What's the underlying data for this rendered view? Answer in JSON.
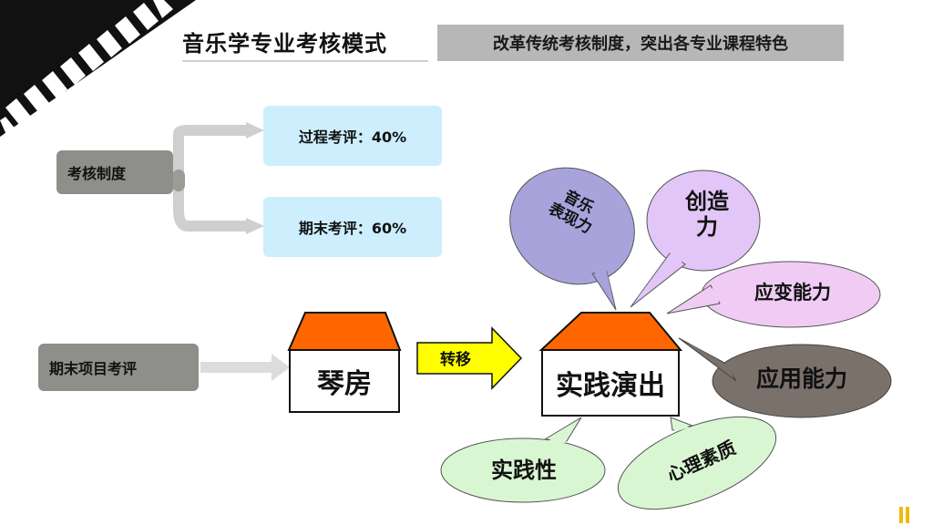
{
  "header": {
    "title": "音乐学专业考核模式",
    "subtitle": "改革传统考核制度，突出各专业课程特色"
  },
  "assessment": {
    "label": "考核制度",
    "process": "过程考评：40%",
    "final": "期末考评：60%"
  },
  "project": {
    "label": "期末项目考评"
  },
  "houses": {
    "piano_room": "琴房",
    "practice": "实践演出"
  },
  "transfer_label": "转移",
  "bubbles": {
    "expression_line1": "音乐",
    "expression_line2": "表现力",
    "creativity_line1": "创造",
    "creativity_line2": "力",
    "adaptability": "应变能力",
    "application": "应用能力",
    "practicality": "实践性",
    "psychology": "心理素质"
  },
  "colors": {
    "roof": "#ff6600",
    "gray_box": "#8e8e8a",
    "blue_box": "#cdeefc",
    "transfer_arrow": "#ffff00",
    "bubble_expression": "#a9a3dc",
    "bubble_creativity": "#e3c6f8",
    "bubble_adaptability": "#f0ccf4",
    "bubble_application": "#7b716b",
    "bubble_green": "#d9f6d2",
    "page_marker": "#f2b90c"
  }
}
